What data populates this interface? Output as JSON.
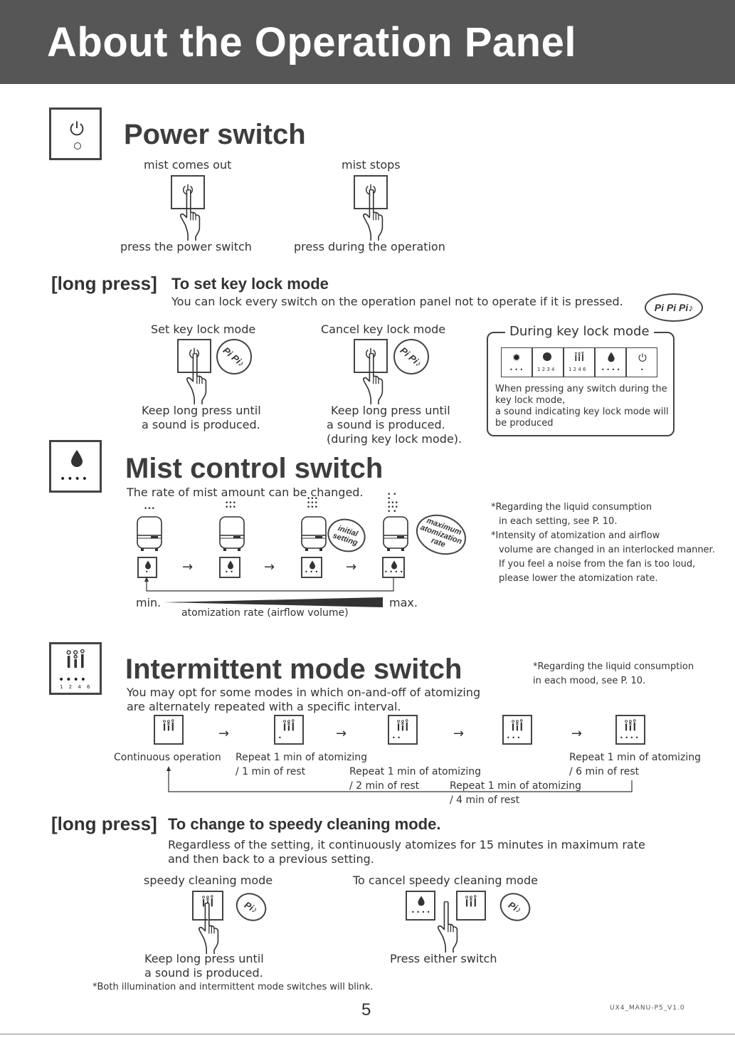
{
  "header": {
    "title": "About the Operation Panel"
  },
  "power": {
    "title": "Power switch",
    "mist_comes_out": "mist comes out",
    "mist_stops": "mist stops",
    "press_power": "press the power switch",
    "press_during": "press during the operation"
  },
  "keylock": {
    "long_press": "[long press]",
    "heading": "To set key lock mode",
    "desc": "You can lock every switch on the operation panel not to operate if it is pressed.",
    "sound_bubble": "Pi Pi Pi♪",
    "set_label": "Set key lock mode",
    "cancel_label": "Cancel key lock mode",
    "set_bubble": "Pi Pi♪",
    "cancel_bubble": "Pi Pi♪",
    "set_note_1": "Keep long press until",
    "set_note_2": "a sound is produced.",
    "cancel_note_1": "Keep long press until",
    "cancel_note_2": "a sound is produced.",
    "cancel_note_3": "(during key lock mode).",
    "during_title": "During key lock mode",
    "during_note_1": "When pressing any switch during the",
    "during_note_2": "key lock mode,",
    "during_note_3": "a sound indicating key lock mode will",
    "during_note_4": "be produced",
    "panel_numbers": "1 2 3 4",
    "panel_numbers_2": "1 2 4 6"
  },
  "mist": {
    "title": "Mist control switch",
    "desc": "The rate of mist amount   can be changed.",
    "initial_bubble_1": "initial",
    "initial_bubble_2": "setting",
    "max_bubble_1": "maximum",
    "max_bubble_2": "atomization",
    "max_bubble_3": "rate",
    "min": "min.",
    "max": "max.",
    "rate_label": "atomization rate (airflow volume)",
    "note_1": "*Regarding the liquid consumption",
    "note_2": "in each setting, see P. 10.",
    "note_3": "*Intensity of atomization and airflow",
    "note_4": "volume are changed in an interlocked manner.",
    "note_5": "If you feel a noise from the fan is too loud,",
    "note_6": "please lower the atomization rate.",
    "levels": [
      1,
      2,
      3,
      4
    ]
  },
  "intermittent": {
    "title": "Intermittent mode switch",
    "note_1": "*Regarding the liquid consumption",
    "note_2": "in each mood, see P. 10.",
    "desc_1": "You may opt for some modes in which on-and-off of atomizing",
    "desc_2": "are alternately repeated with a specific interval.",
    "continuous": "Continuous operation",
    "m1_a": "Repeat 1 min of atomizing",
    "m1_b": "/ 1 min of rest",
    "m2_a": "Repeat 1 min of atomizing",
    "m2_b": "/ 2 min of rest",
    "m4_a": "Repeat 1 min of atomizing",
    "m4_b": "/ 4 min of rest",
    "m6_a": "Repeat 1 min of atomizing",
    "m6_b": "/ 6 min of rest",
    "icon_numbers": "1 2 4 6"
  },
  "cleaning": {
    "long_press": "[long press]",
    "heading": "To change to speedy cleaning mode.",
    "desc_1": "Regardless of the setting, it continuously atomizes for 15 minutes in maximum rate",
    "desc_2": "and then back to a previous setting.",
    "speedy_label": "speedy cleaning mode",
    "cancel_label": "To cancel speedy cleaning mode",
    "bubble_1": "Pi♪",
    "bubble_2": "Pi♪",
    "keep_1": "Keep long press until",
    "keep_2": "a sound is produced.",
    "press_either": "Press either switch",
    "blink_note": "*Both illumination and intermittent mode switches will blink."
  },
  "footer": {
    "page": "5",
    "code": "UX4_MANU-P5_V1.0"
  }
}
